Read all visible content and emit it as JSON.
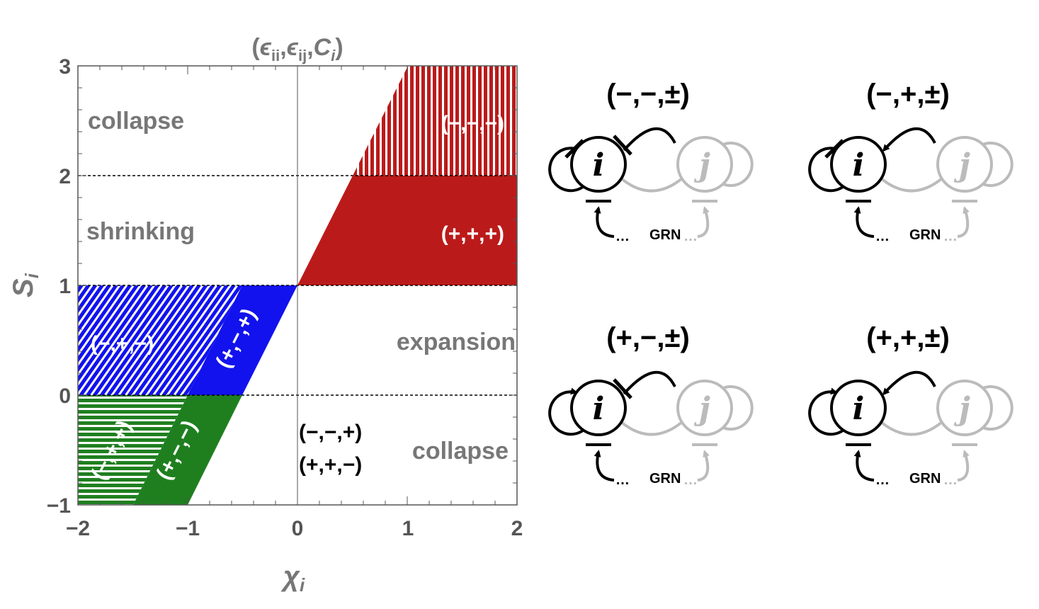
{
  "plot": {
    "title": "(ϵii,ϵij,Ci)",
    "title_parts": {
      "open": "(",
      "eps": "ϵ",
      "ii": "ii",
      "comma1": ",",
      "ij": "ij",
      "comma2": ",",
      "C": "C",
      "i": "i",
      "close": ")"
    },
    "xlabel": "χi",
    "xlabel_parts": {
      "chi": "χ",
      "sub": "i"
    },
    "ylabel": "Si",
    "ylabel_parts": {
      "s": "S",
      "sub": "i"
    },
    "xticks": [
      "−2",
      "−1",
      "0",
      "1",
      "2"
    ],
    "yticks": [
      "3",
      "2",
      "1",
      "0",
      "−1"
    ],
    "region_labels": {
      "collapse_top": "collapse",
      "shrinking": "shrinking",
      "expansion": "expansion",
      "collapse_bottom": "collapse"
    },
    "combos": {
      "red_hatched": "(−,−,−)",
      "red_solid": "(+,+,+)",
      "blue_hatched": "(−,+,−)",
      "blue_solid": "(+,−,+)",
      "green_hatched": "(−,+,+)",
      "green_solid": "(+,−,−)",
      "black_1": "(−,−,+)",
      "black_2": "(+,+,−)"
    },
    "colors": {
      "red": "#bb1a1a",
      "blue": "#1212ee",
      "green": "#1f7f1f",
      "axis": "#555555"
    }
  },
  "networks": [
    {
      "title": "(−,−,±)",
      "self": "inhibit",
      "cross": "inhibit"
    },
    {
      "title": "(−,+,±)",
      "self": "inhibit",
      "cross": "activate"
    },
    {
      "title": "(+,−,±)",
      "self": "activate",
      "cross": "inhibit"
    },
    {
      "title": "(+,+,±)",
      "self": "activate",
      "cross": "activate"
    }
  ],
  "network_labels": {
    "node_i": "i",
    "node_j": "j",
    "grn": "GRN",
    "dots_black": "…",
    "dots_gray": "…"
  }
}
